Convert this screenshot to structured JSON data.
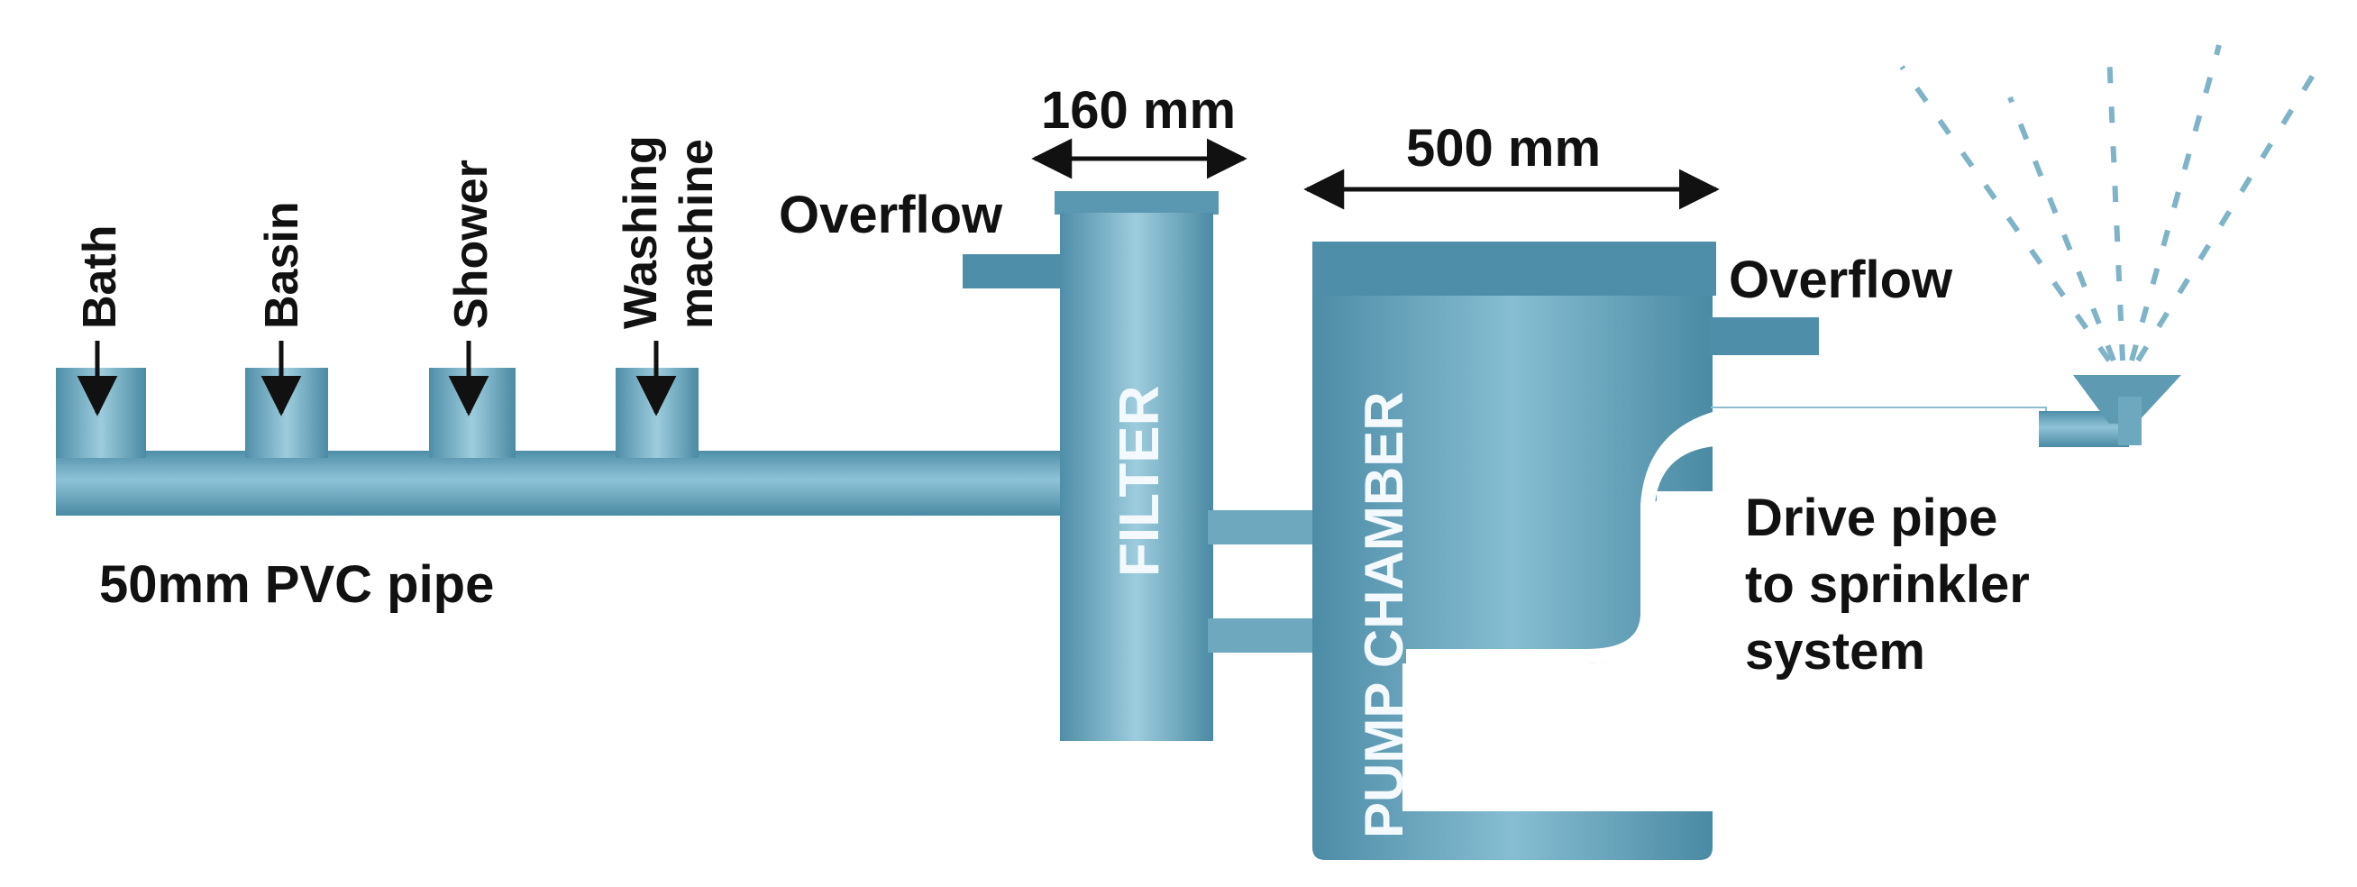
{
  "inlets": [
    "Bath",
    "Basin",
    "Shower",
    "Washing machine"
  ],
  "labels": {
    "pipe": "50mm PVC pipe",
    "filter_width": "160 mm",
    "chamber_width": "500 mm",
    "overflow_filter": "Overflow",
    "overflow_chamber": "Overflow",
    "filter": "FILTER",
    "pump_chamber": "PUMP CHAMBER",
    "drive_line1": "Drive pipe",
    "drive_line2": "to sprinkler",
    "drive_line3": "system"
  },
  "colors": {
    "pipe_dark": "#4a8aa3",
    "pipe_mid": "#6aa9c1",
    "pipe_light": "#9ccbdc",
    "label": "#111111",
    "spray": "#7fb3c8"
  }
}
